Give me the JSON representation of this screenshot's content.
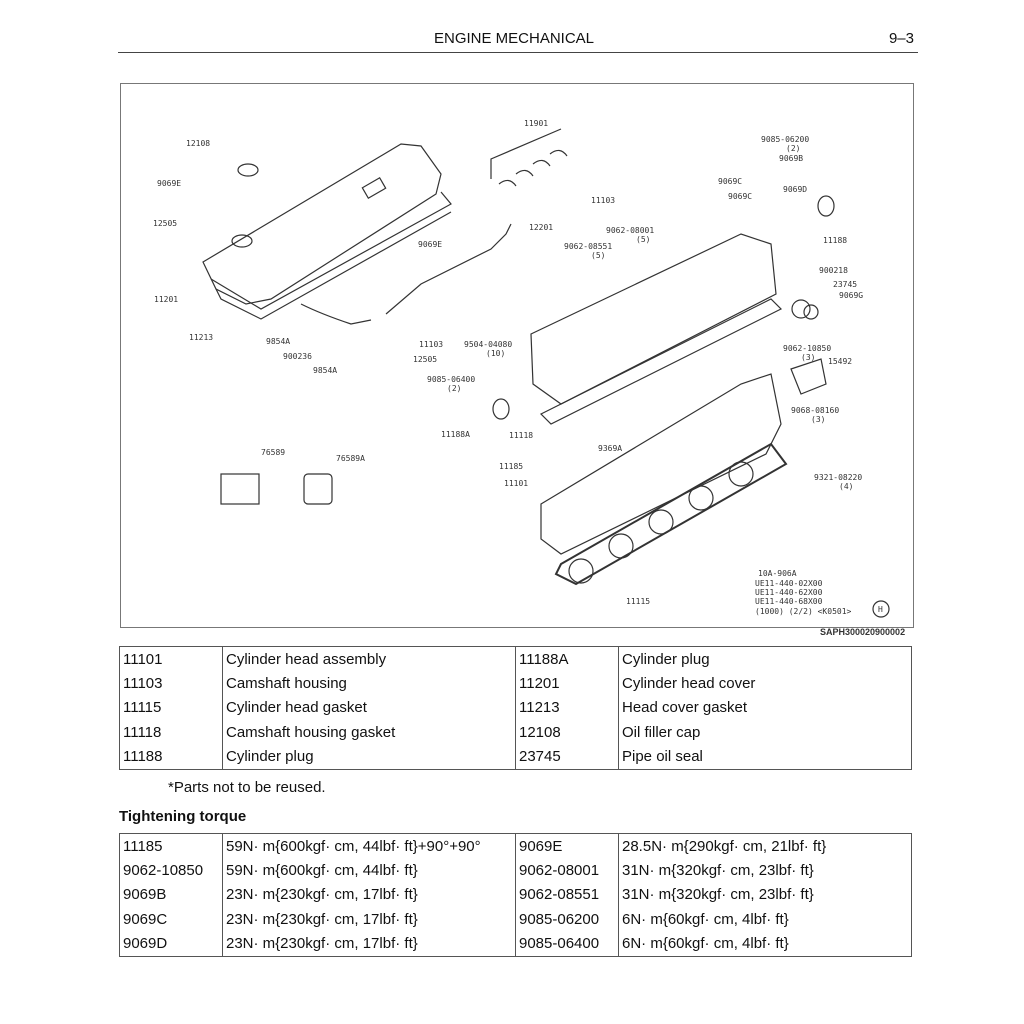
{
  "header": {
    "title": "ENGINE MECHANICAL",
    "page": "9–3"
  },
  "figure": {
    "labels": [
      "12108",
      "9069E",
      "12505",
      "11201",
      "11213",
      "9854A",
      "900236",
      "9854A",
      "9069E",
      "12505",
      "12201",
      "11901",
      "11103",
      "9062-08001",
      "(5)",
      "9062-08551",
      "(5)",
      "11103",
      "9504-04080",
      "(10)",
      "9085-06200",
      "(2)",
      "9069B",
      "9069C",
      "9069C",
      "9069D",
      "11188",
      "900218",
      "23745",
      "9069G",
      "9062-10850",
      "(3)",
      "15492",
      "9068-08160",
      "(3)",
      "9085-06400",
      "(2)",
      "11188A",
      "11118",
      "9369A",
      "11185",
      "11101",
      "9321-08220",
      "(4)",
      "11115",
      "76589",
      "76589A",
      "10A-906A",
      "UE11-440-02X00",
      "UE11-440-62X00",
      "UE11-440-68X00",
      "(1000) (2/2) <K0501>",
      "H"
    ],
    "code": "SAPH300020900002"
  },
  "parts": [
    [
      "11101",
      "Cylinder head assembly",
      "11188A",
      "Cylinder plug"
    ],
    [
      "11103",
      "Camshaft housing",
      "11201",
      "Cylinder head cover"
    ],
    [
      "11115",
      "Cylinder head gasket",
      "11213",
      "Head cover gasket"
    ],
    [
      "11118",
      "Camshaft housing gasket",
      "12108",
      "Oil filler cap"
    ],
    [
      "11188",
      "Cylinder plug",
      "23745",
      "Pipe oil seal"
    ]
  ],
  "note": "*Parts not to be reused.",
  "torque_title": "Tightening torque",
  "torque": [
    [
      "11185",
      "59N· m{600kgf· cm, 44lbf· ft}+90°+90°",
      "9069E",
      "28.5N· m{290kgf· cm, 21lbf· ft}"
    ],
    [
      "9062-10850",
      "59N· m{600kgf· cm, 44lbf· ft}",
      "9062-08001",
      "31N· m{320kgf· cm, 23lbf· ft}"
    ],
    [
      "9069B",
      "23N· m{230kgf· cm, 17lbf· ft}",
      "9062-08551",
      "31N· m{320kgf· cm, 23lbf· ft}"
    ],
    [
      "9069C",
      "23N· m{230kgf· cm, 17lbf· ft}",
      "9085-06200",
      "6N· m{60kgf· cm, 4lbf· ft}"
    ],
    [
      "9069D",
      "23N· m{230kgf· cm, 17lbf· ft}",
      "9085-06400",
      "6N· m{60kgf· cm, 4lbf· ft}"
    ]
  ]
}
